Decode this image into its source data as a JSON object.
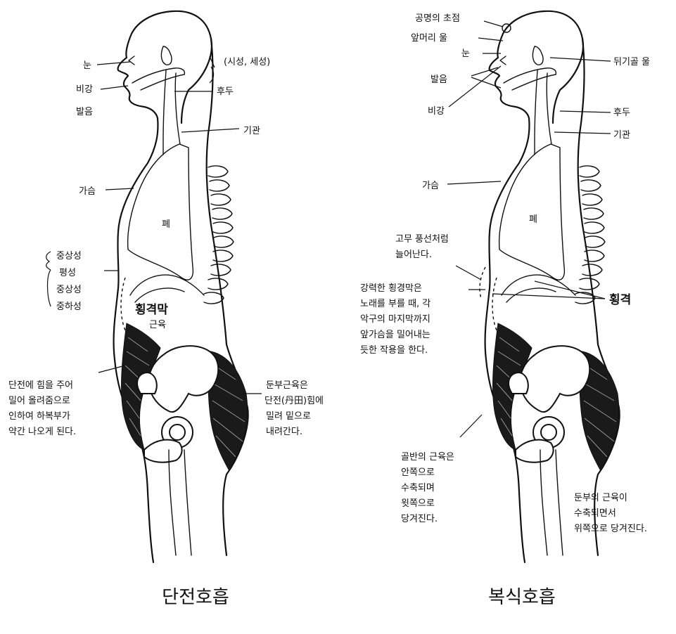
{
  "left": {
    "caption": "단전호흡",
    "labels": {
      "eye": "눈",
      "nasal": "비강",
      "articulation": "발음",
      "vocal": "(시성, 세성)",
      "larynx": "후두",
      "trachea": "기관",
      "chest": "가슴",
      "lung": "폐",
      "pitch_1": "중상성",
      "pitch_2": "평성",
      "pitch_3": "중상성",
      "pitch_4": "중하성",
      "diaphragm": "횡격막",
      "diaphragm_sub": "근육",
      "note_abd_1": "단전에 힘을 주어",
      "note_abd_2": "밀어 올려줌으로",
      "note_abd_3": "인하여 하복부가",
      "note_abd_4": "약간 나오게 된다.",
      "note_glute_1": "둔부근육은",
      "note_glute_2": "단전(丹田)힘에",
      "note_glute_3": "밀려 밑으로",
      "note_glute_4": "내려간다."
    }
  },
  "right": {
    "caption": "복식호흡",
    "labels": {
      "focus": "공명의 초점",
      "front_head": "앞머리 울",
      "eye": "눈",
      "articulation": "발음",
      "nasal": "비강",
      "occipital": "뒤기골 울",
      "larynx": "후두",
      "trachea": "기관",
      "chest": "가슴",
      "lung": "폐",
      "balloon_1": "고무 풍선처럼",
      "balloon_2": "늘어난다.",
      "strong_1": "강력한 횡경막은",
      "strong_2": "노래를 부를 때, 각",
      "strong_3": "악구의 마지막까지",
      "strong_4": "앞가슴을 밀어내는",
      "strong_5": "듯한 작용을 한다.",
      "diaphragm": "횡격",
      "pelvis_1": "골반의 근육은",
      "pelvis_2": "안쪽으로",
      "pelvis_3": "수축되며",
      "pelvis_4": "윗쪽으로",
      "pelvis_5": "당겨진다.",
      "glute_1": "둔부의 근육이",
      "glute_2": "수축되면서",
      "glute_3": "위쪽으로 당겨진다."
    }
  }
}
